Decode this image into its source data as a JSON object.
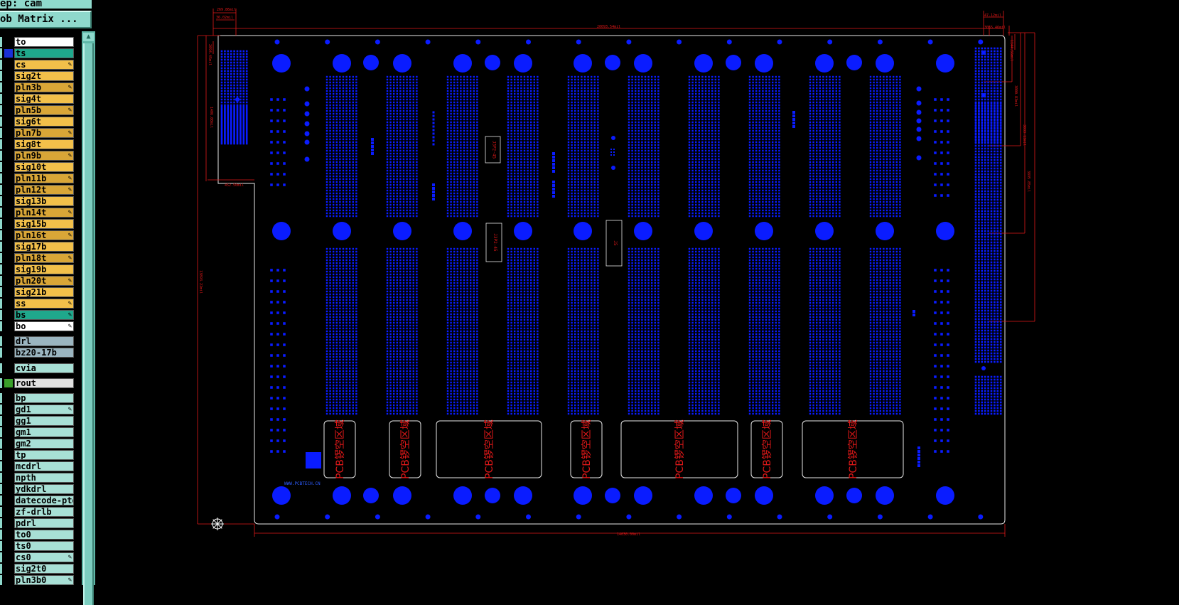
{
  "step_label": "ep: cam",
  "job_matrix_label": "ob Matrix ...",
  "edit_icon": "pencil-icon",
  "layers": [
    {
      "name": "to",
      "color": "#ffffff",
      "edit": false,
      "swatch": null
    },
    {
      "name": "ts",
      "color": "#1fa88c",
      "edit": false,
      "swatch": "#1a30d8"
    },
    {
      "name": "cs",
      "color": "#f2c04a",
      "edit": true,
      "swatch": null
    },
    {
      "name": "sig2t",
      "color": "#f2c04a",
      "edit": false,
      "swatch": null
    },
    {
      "name": "pln3b",
      "color": "#d9a637",
      "edit": true,
      "swatch": null
    },
    {
      "name": "sig4t",
      "color": "#f2c04a",
      "edit": false,
      "swatch": null
    },
    {
      "name": "pln5b",
      "color": "#d9a637",
      "edit": true,
      "swatch": null
    },
    {
      "name": "sig6t",
      "color": "#f2c04a",
      "edit": false,
      "swatch": null
    },
    {
      "name": "pln7b",
      "color": "#d9a637",
      "edit": true,
      "swatch": null
    },
    {
      "name": "sig8t",
      "color": "#f2c04a",
      "edit": false,
      "swatch": null
    },
    {
      "name": "pln9b",
      "color": "#d9a637",
      "edit": true,
      "swatch": null
    },
    {
      "name": "sig10t",
      "color": "#f2c04a",
      "edit": false,
      "swatch": null
    },
    {
      "name": "pln11b",
      "color": "#d9a637",
      "edit": true,
      "swatch": null
    },
    {
      "name": "pln12t",
      "color": "#d9a637",
      "edit": true,
      "swatch": null
    },
    {
      "name": "sig13b",
      "color": "#f2c04a",
      "edit": false,
      "swatch": null
    },
    {
      "name": "pln14t",
      "color": "#d9a637",
      "edit": true,
      "swatch": null
    },
    {
      "name": "sig15b",
      "color": "#f2c04a",
      "edit": false,
      "swatch": null
    },
    {
      "name": "pln16t",
      "color": "#d9a637",
      "edit": true,
      "swatch": null
    },
    {
      "name": "sig17b",
      "color": "#f2c04a",
      "edit": false,
      "swatch": null
    },
    {
      "name": "pln18t",
      "color": "#d9a637",
      "edit": true,
      "swatch": null
    },
    {
      "name": "sig19b",
      "color": "#f2c04a",
      "edit": false,
      "swatch": null
    },
    {
      "name": "pln20t",
      "color": "#d9a637",
      "edit": true,
      "swatch": null
    },
    {
      "name": "sig21b",
      "color": "#f2c04a",
      "edit": false,
      "swatch": null
    },
    {
      "name": "ss",
      "color": "#f2c04a",
      "edit": true,
      "swatch": null
    },
    {
      "name": "bs",
      "color": "#1fa88c",
      "edit": true,
      "swatch": null
    },
    {
      "name": "bo",
      "color": "#ffffff",
      "edit": true,
      "swatch": null
    },
    {
      "name": "drl",
      "color": "#9bb5c0",
      "edit": false,
      "swatch": null
    },
    {
      "name": "bz20-17b",
      "color": "#9bb5c0",
      "edit": false,
      "swatch": null
    },
    {
      "name": "cvia",
      "color": "#a8e0d6",
      "edit": false,
      "swatch": null
    },
    {
      "name": "rout",
      "color": "#e0e0e0",
      "edit": false,
      "swatch": "#3aa02a"
    },
    {
      "name": "bp",
      "color": "#a8e0d6",
      "edit": false,
      "swatch": null
    },
    {
      "name": "gd1",
      "color": "#a8e0d6",
      "edit": true,
      "swatch": null
    },
    {
      "name": "gg1",
      "color": "#a8e0d6",
      "edit": false,
      "swatch": null
    },
    {
      "name": "gm1",
      "color": "#a8e0d6",
      "edit": false,
      "swatch": null
    },
    {
      "name": "gm2",
      "color": "#a8e0d6",
      "edit": false,
      "swatch": null
    },
    {
      "name": "tp",
      "color": "#a8e0d6",
      "edit": false,
      "swatch": null
    },
    {
      "name": "mcdrl",
      "color": "#a8e0d6",
      "edit": false,
      "swatch": null
    },
    {
      "name": "npth",
      "color": "#a8e0d6",
      "edit": false,
      "swatch": null
    },
    {
      "name": "ydkdrl",
      "color": "#a8e0d6",
      "edit": false,
      "swatch": null
    },
    {
      "name": "datecode-pte",
      "color": "#a8e0d6",
      "edit": false,
      "swatch": null
    },
    {
      "name": "zf-drlb",
      "color": "#a8e0d6",
      "edit": false,
      "swatch": null
    },
    {
      "name": "pdrl",
      "color": "#a8e0d6",
      "edit": false,
      "swatch": null
    },
    {
      "name": "to0",
      "color": "#a8e0d6",
      "edit": false,
      "swatch": null
    },
    {
      "name": "ts0",
      "color": "#a8e0d6",
      "edit": false,
      "swatch": null
    },
    {
      "name": "cs0",
      "color": "#a8e0d6",
      "edit": true,
      "swatch": null
    },
    {
      "name": "sig2t0",
      "color": "#a8e0d6",
      "edit": false,
      "swatch": null
    },
    {
      "name": "pln3b0",
      "color": "#a8e0d6",
      "edit": true,
      "swatch": null
    }
  ],
  "colors": {
    "pad": "#0a1cff",
    "dim": "#e01818",
    "outline": "#e8e8e8",
    "canvas_bg": "#000000"
  },
  "canvas": {
    "website_mark": "WWW.PCBTECH.CN",
    "origin_icon": "origin-crosshair-icon",
    "keepout_label": "PCB锣空区域",
    "dim_labels": [
      "269.86mil",
      "36.02mil",
      "20093.54mil",
      "452.50mil",
      "47.12mil",
      "3055.46mil",
      "2094.45mil",
      "1406.00mil",
      "1144.56mil",
      "3000.83mil",
      "3033.13mil",
      "3895.85mil",
      "14030.00mil",
      "13893.22mil"
    ],
    "small_labels": [
      "J3P2-45",
      "J3P2-45",
      "J5"
    ]
  }
}
